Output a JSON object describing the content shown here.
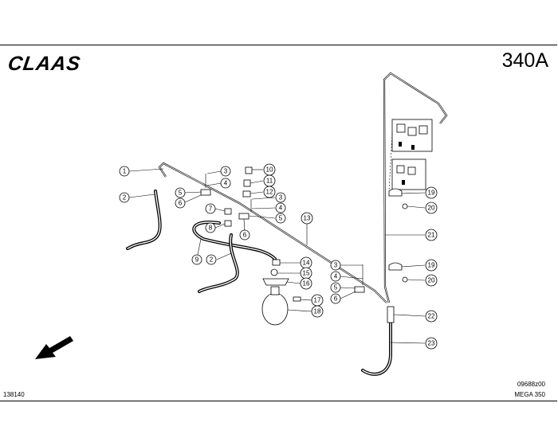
{
  "header": {
    "logo_text": "CLAAS",
    "page_number": "340A"
  },
  "footer": {
    "sheet_number": "138140",
    "drawing_code": "09688z00",
    "model_name": "MEGA 350"
  },
  "callouts": [
    "1",
    "2",
    "5",
    "6",
    "3",
    "4",
    "10",
    "11",
    "12",
    "3",
    "4",
    "5",
    "7",
    "8",
    "6",
    "13",
    "9",
    "2",
    "14",
    "15",
    "16",
    "17",
    "18",
    "3",
    "4",
    "5",
    "6",
    "19",
    "20",
    "21",
    "19",
    "20",
    "22",
    "23"
  ]
}
